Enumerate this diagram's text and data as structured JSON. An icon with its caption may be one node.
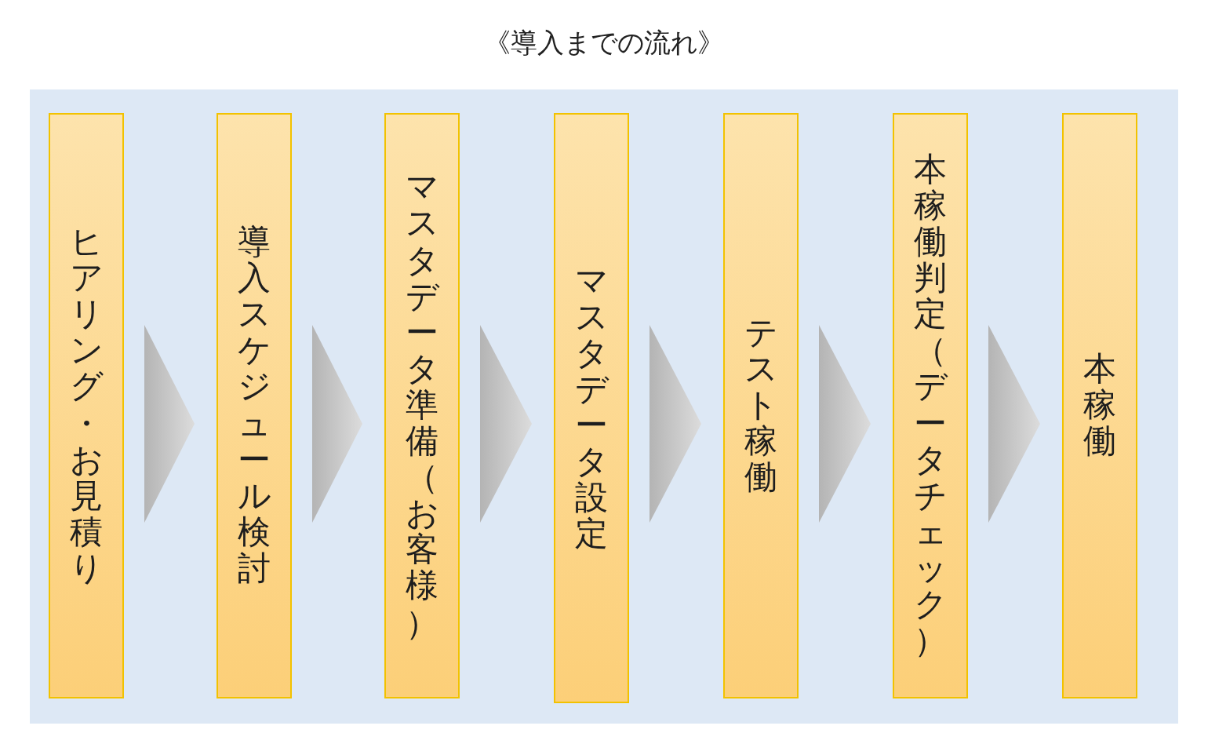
{
  "diagram": {
    "title": "《導入までの流れ》",
    "nodes": [
      {
        "text": [
          "ヒアリング・お見積り"
        ]
      },
      {
        "text": [
          "導入スケジュール検討"
        ]
      },
      {
        "text": [
          "マスタデータ準備（お客様）"
        ]
      },
      {
        "text": [
          "マスタデータ設定"
        ]
      },
      {
        "text": [
          "テスト稼働"
        ]
      },
      {
        "text": [
          "本稼働判定（データチェック）"
        ]
      },
      {
        "text": [
          "本稼働"
        ]
      }
    ],
    "edges": [
      {
        "from": 0,
        "to": 1,
        "arrow": "to"
      },
      {
        "from": 1,
        "to": 2,
        "arrow": "to"
      },
      {
        "from": 2,
        "to": 3,
        "arrow": "to"
      },
      {
        "from": 3,
        "to": 4,
        "arrow": "to"
      },
      {
        "from": 4,
        "to": 5,
        "arrow": "to"
      },
      {
        "from": 5,
        "to": 6,
        "arrow": "to"
      }
    ]
  }
}
